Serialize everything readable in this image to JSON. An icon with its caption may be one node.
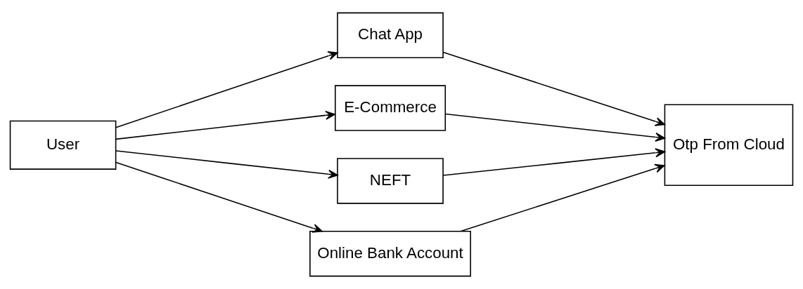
{
  "diagram": {
    "nodes": [
      {
        "text": [
          "User"
        ]
      },
      {
        "text": [
          "Chat App"
        ]
      },
      {
        "text": [
          "E-Commerce"
        ]
      },
      {
        "text": [
          "NEFT"
        ]
      },
      {
        "text": [
          "Online Bank Account"
        ]
      },
      {
        "text": [
          "Otp From Cloud"
        ]
      }
    ],
    "edges": [
      {
        "from": 0,
        "to": 1,
        "arrow": "to"
      },
      {
        "from": 0,
        "to": 2,
        "arrow": "to"
      },
      {
        "from": 0,
        "to": 3,
        "arrow": "to"
      },
      {
        "from": 0,
        "to": 4,
        "arrow": "to"
      },
      {
        "from": 1,
        "to": 5,
        "arrow": "to"
      },
      {
        "from": 2,
        "to": 5,
        "arrow": "to"
      },
      {
        "from": 3,
        "to": 5,
        "arrow": "to"
      },
      {
        "from": 4,
        "to": 5,
        "arrow": "to"
      }
    ]
  }
}
